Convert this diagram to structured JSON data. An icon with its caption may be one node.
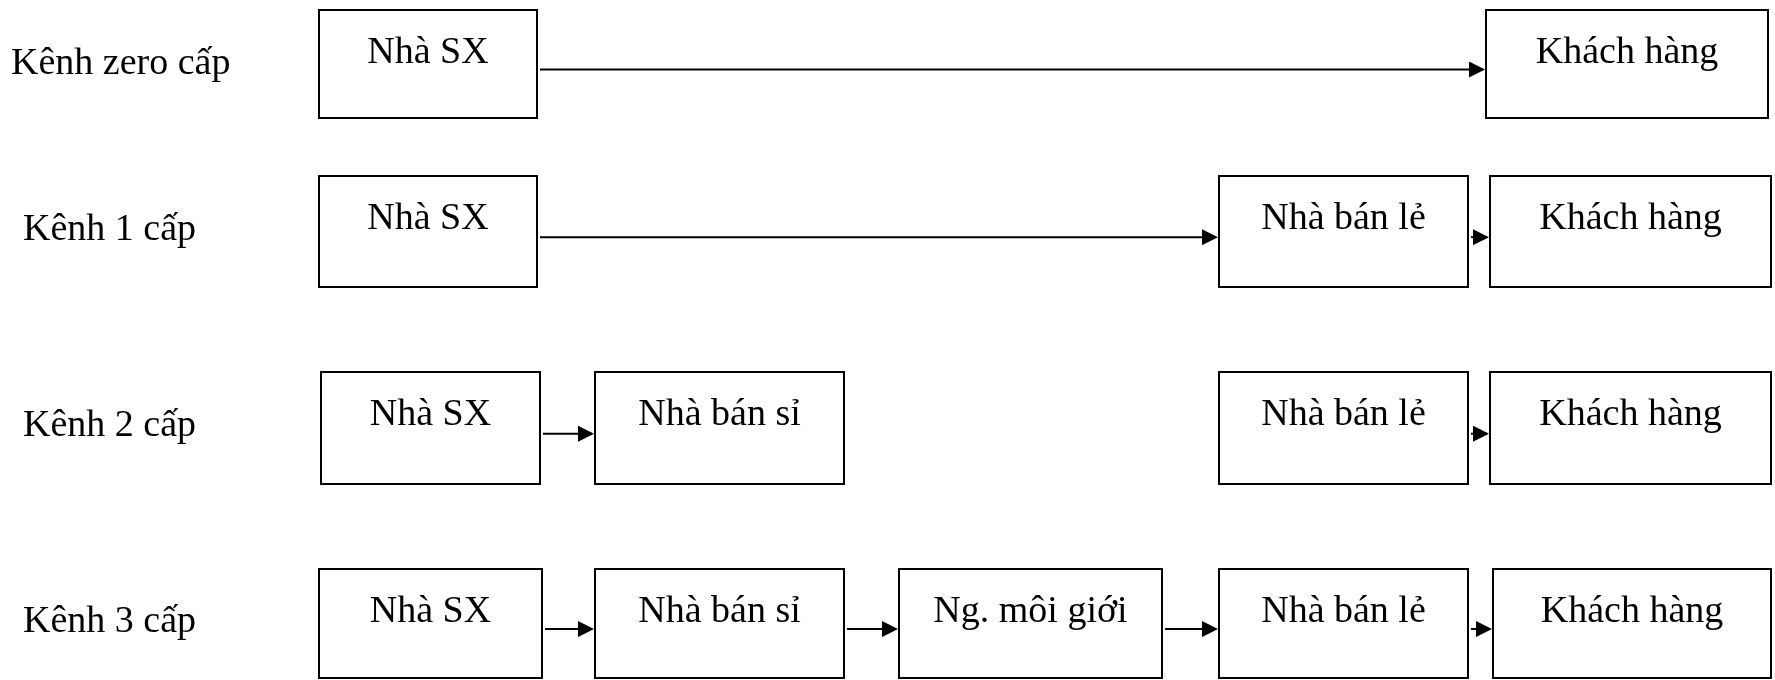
{
  "diagram": {
    "nodes": [
      {
        "text": [
          "Nhà SX"
        ]
      },
      {
        "text": [
          "Khách hàng"
        ]
      },
      {
        "text": [
          "Nhà SX"
        ]
      },
      {
        "text": [
          "Nhà bán lẻ"
        ]
      },
      {
        "text": [
          "Khách hàng"
        ]
      },
      {
        "text": [
          "Nhà SX"
        ]
      },
      {
        "text": [
          "Nhà bán sỉ"
        ]
      },
      {
        "text": [
          "Nhà bán lẻ"
        ]
      },
      {
        "text": [
          "Khách hàng"
        ]
      },
      {
        "text": [
          "Nhà SX"
        ]
      },
      {
        "text": [
          "Nhà bán sỉ"
        ]
      },
      {
        "text": [
          "Ng. môi giới"
        ]
      },
      {
        "text": [
          "Nhà bán lẻ"
        ]
      },
      {
        "text": [
          "Khách hàng"
        ]
      }
    ],
    "edges": [
      {
        "from": 0,
        "to": 1,
        "arrow": "to"
      },
      {
        "from": 2,
        "to": 3,
        "arrow": "to"
      },
      {
        "from": 3,
        "to": 4,
        "arrow": "to"
      },
      {
        "from": 5,
        "to": 6,
        "arrow": "to"
      },
      {
        "from": 7,
        "to": 8,
        "arrow": "to"
      },
      {
        "from": 9,
        "to": 10,
        "arrow": "to"
      },
      {
        "from": 10,
        "to": 11,
        "arrow": "to"
      },
      {
        "from": 11,
        "to": 12,
        "arrow": "to"
      },
      {
        "from": 12,
        "to": 13,
        "arrow": "to"
      }
    ],
    "labels": [
      "Kênh zero cấp",
      "Kênh 1 cấp",
      "Kênh 2 cấp",
      "Kênh 3 cấp"
    ]
  }
}
